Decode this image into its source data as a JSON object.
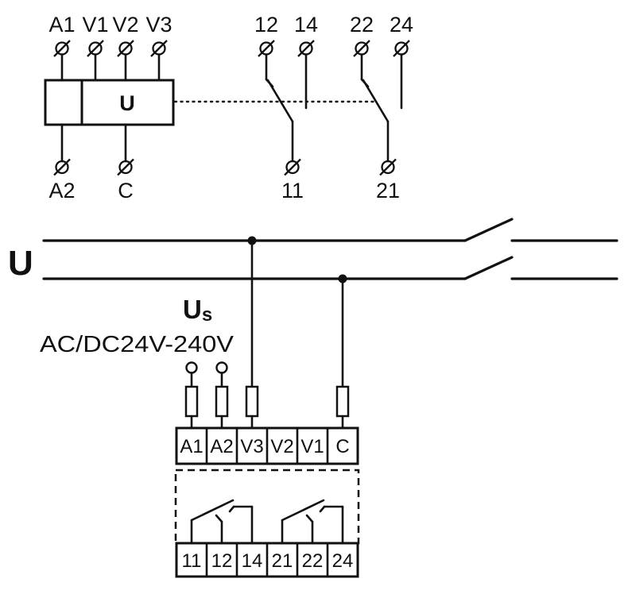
{
  "relay_symbol": {
    "unit_label": "U",
    "input_terminals": [
      "A1",
      "V1",
      "V2",
      "V3"
    ],
    "lower_terminals": [
      "A2",
      "C"
    ],
    "contact_terminals_top": [
      "12",
      "14",
      "22",
      "24"
    ],
    "contact_commons": [
      "11",
      "21"
    ]
  },
  "supply_lines": {
    "label": "U"
  },
  "aux_supply": {
    "label_main": "U",
    "label_sub": "s",
    "voltage_range": "AC/DC24V-240V"
  },
  "terminal_rows": {
    "upper": [
      "A1",
      "A2",
      "V3",
      "V2",
      "V1",
      "C"
    ],
    "lower": [
      "11",
      "12",
      "14",
      "21",
      "22",
      "24"
    ]
  },
  "colors": {
    "ink": "#111111",
    "background": "#ffffff"
  }
}
